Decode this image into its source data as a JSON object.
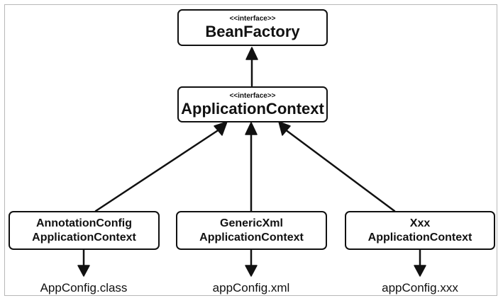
{
  "beanFactory": {
    "stereotype": "<<interface>>",
    "name": "BeanFactory"
  },
  "applicationContext": {
    "stereotype": "<<interface>>",
    "name": "ApplicationContext"
  },
  "implementations": [
    {
      "line1": "AnnotationConfig",
      "line2": "ApplicationContext",
      "config": "AppConfig.class"
    },
    {
      "line1": "GenericXml",
      "line2": "ApplicationContext",
      "config": "appConfig.xml"
    },
    {
      "line1": "Xxx",
      "line2": "ApplicationContext",
      "config": "appConfig.xxx"
    }
  ]
}
